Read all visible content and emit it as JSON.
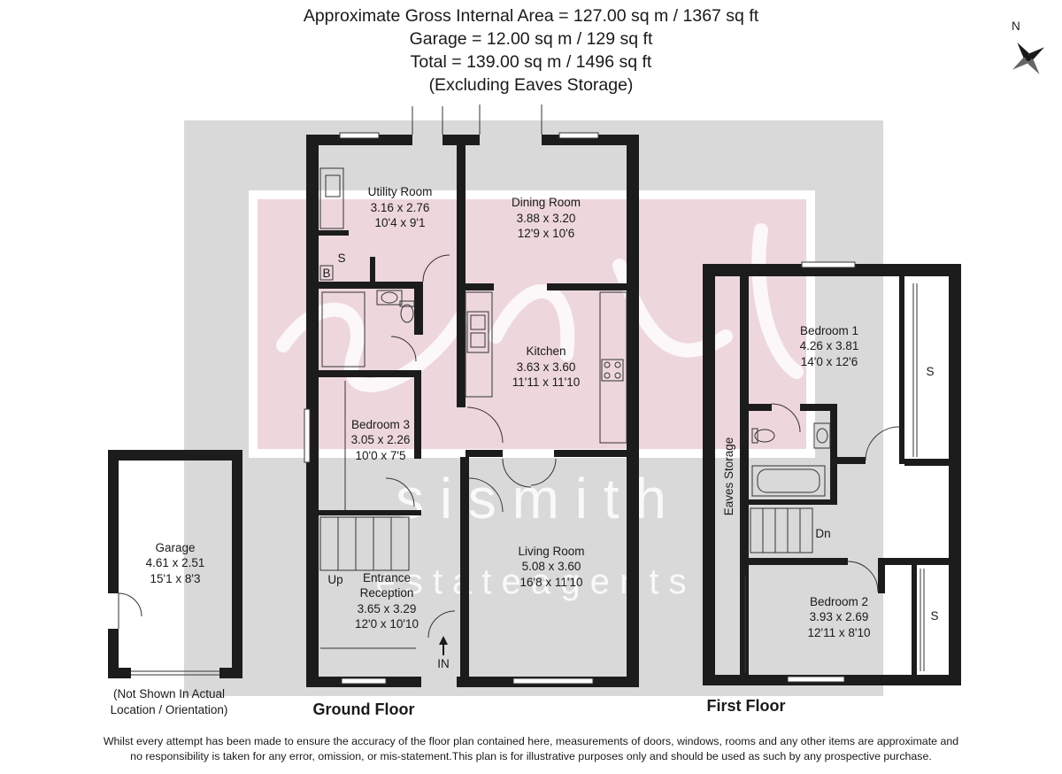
{
  "header": {
    "line1": "Approximate Gross Internal Area = 127.00 sq m / 1367 sq ft",
    "line2": "Garage  = 12.00 sq m / 129 sq ft",
    "line3": "Total = 139.00 sq m / 1496 sq ft",
    "line4": "(Excluding Eaves Storage)"
  },
  "compass": {
    "label": "N"
  },
  "watermark": {
    "text_mid": "s i s m i t h",
    "text_low": "e s t a t e   a g e n t s"
  },
  "floors": {
    "ground": {
      "title": "Ground Floor"
    },
    "first": {
      "title": "First Floor"
    }
  },
  "rooms": {
    "utility": {
      "name": "Utility Room",
      "metric": "3.16 x 2.76",
      "imperial": "10'4 x 9'1"
    },
    "dining": {
      "name": "Dining Room",
      "metric": "3.88 x 3.20",
      "imperial": "12'9 x 10'6"
    },
    "kitchen": {
      "name": "Kitchen",
      "metric": "3.63 x 3.60",
      "imperial": "11'11 x 11'10"
    },
    "bedroom3": {
      "name": "Bedroom 3",
      "metric": "3.05 x 2.26",
      "imperial": "10'0 x 7'5"
    },
    "living": {
      "name": "Living Room",
      "metric": "5.08 x 3.60",
      "imperial": "16'8 x 11'10"
    },
    "entrance": {
      "name": "Entrance",
      "name2": "Reception",
      "metric": "3.65 x 3.29",
      "imperial": "12'0 x 10'10"
    },
    "garage": {
      "name": "Garage",
      "metric": "4.61 x 2.51",
      "imperial": "15'1 x 8'3"
    },
    "bedroom1": {
      "name": "Bedroom 1",
      "metric": "4.26 x 3.81",
      "imperial": "14'0 x 12'6"
    },
    "bedroom2": {
      "name": "Bedroom 2",
      "metric": "3.93 x 2.69",
      "imperial": "12'11 x 8'10"
    },
    "eaves": {
      "name": "Eaves Storage"
    }
  },
  "markers": {
    "store_s": "S",
    "boiler_b": "B",
    "up": "Up",
    "in": "IN",
    "dn": "Dn",
    "wardrobe1": "S",
    "wardrobe2": "S"
  },
  "garage_note": {
    "line1": "(Not Shown In Actual",
    "line2": "Location / Orientation)"
  },
  "disclaimer": {
    "line1": "Whilst every attempt has been made to ensure the accuracy of the floor plan contained here, measurements of doors, windows, rooms and any other items are approximate and",
    "line2": "no responsibility is taken for any error, omission, or mis-statement.This plan is for illustrative purposes only and should be used as such by any prospective purchase."
  }
}
